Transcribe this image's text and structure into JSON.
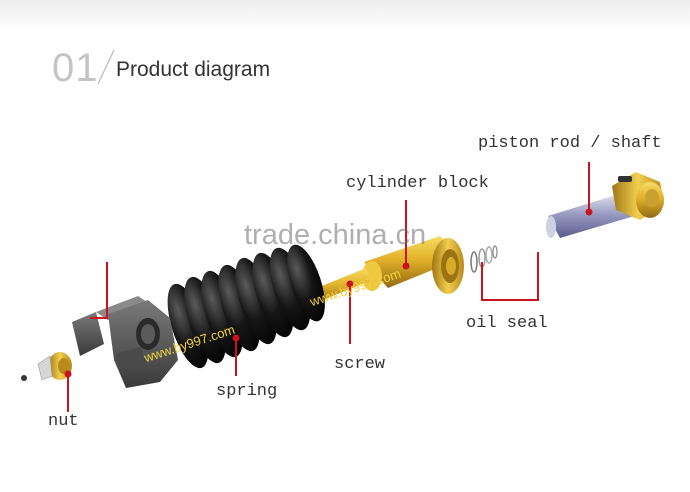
{
  "heading": {
    "number": "01",
    "title": "Product diagram"
  },
  "labels": {
    "piston_rod": "piston rod / shaft",
    "cylinder_block": "cylinder block",
    "oil_seal": "oil seal",
    "screw": "screw",
    "spring": "spring",
    "nut": "nut"
  },
  "watermarks": {
    "main": "trade.china.cn",
    "spring_url": "www.by997.com",
    "screw_url": "www.by997.com"
  },
  "colors": {
    "callout_line": "#c8141e",
    "part_gold": "#d8a623",
    "spring_black": "#111111",
    "shaft_blue": "#6e6fa0"
  }
}
